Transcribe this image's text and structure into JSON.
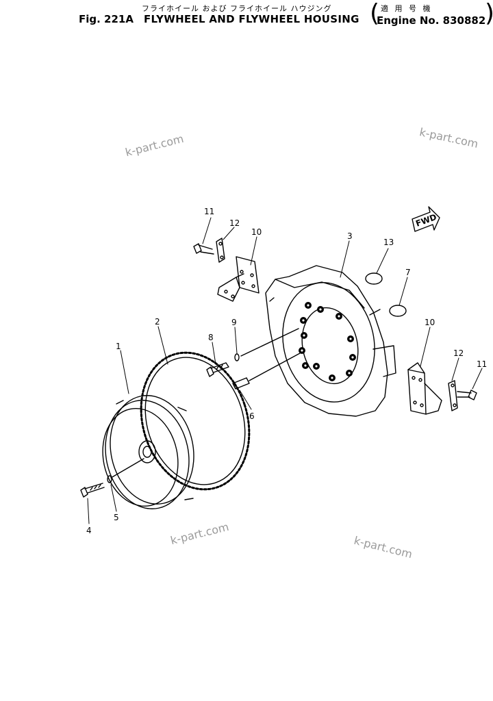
{
  "header": {
    "jp_title": "フライホイール および フライホイール ハウジング",
    "fig_no": "Fig. 221A",
    "title": "FLYWHEEL AND FLYWHEEL HOUSING",
    "applicability_label": "適 用 号 機",
    "engine_label": "Engine No. 830882"
  },
  "watermarks": [
    "k-part.com",
    "k-part.com",
    "k-part.com",
    "k-part.com"
  ],
  "direction_tag": "FWD",
  "callouts": [
    "1",
    "2",
    "3",
    "4",
    "5",
    "6",
    "7",
    "8",
    "9",
    "10",
    "11",
    "12",
    "13",
    "10",
    "11",
    "12"
  ]
}
